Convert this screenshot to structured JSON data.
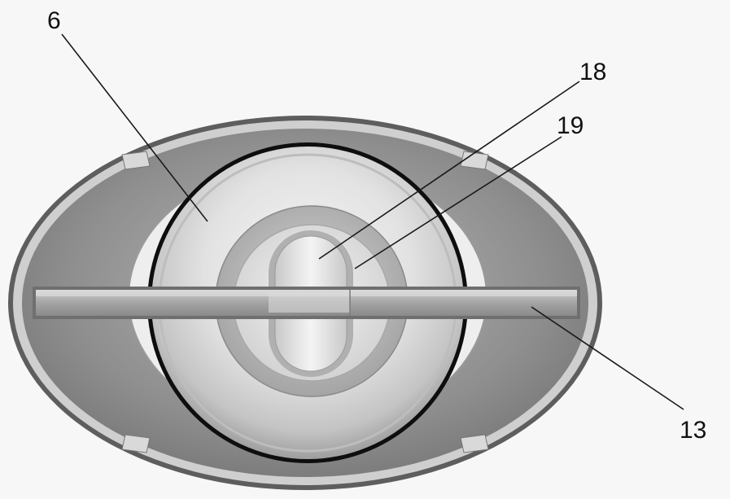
{
  "labels": {
    "label_6": "6",
    "label_18": "18",
    "label_19": "19",
    "label_13": "13"
  },
  "colors": {
    "background": "#f7f7f7",
    "outer_shell": "#8c8c8c",
    "outer_rim": "#cfcfcf",
    "inner_opening": "#ececec",
    "dome_outline": "#0d0d0d",
    "dome_fill": "#d8d8d8",
    "ring": "#a9a9a9",
    "bar": "#9a9a9a"
  }
}
